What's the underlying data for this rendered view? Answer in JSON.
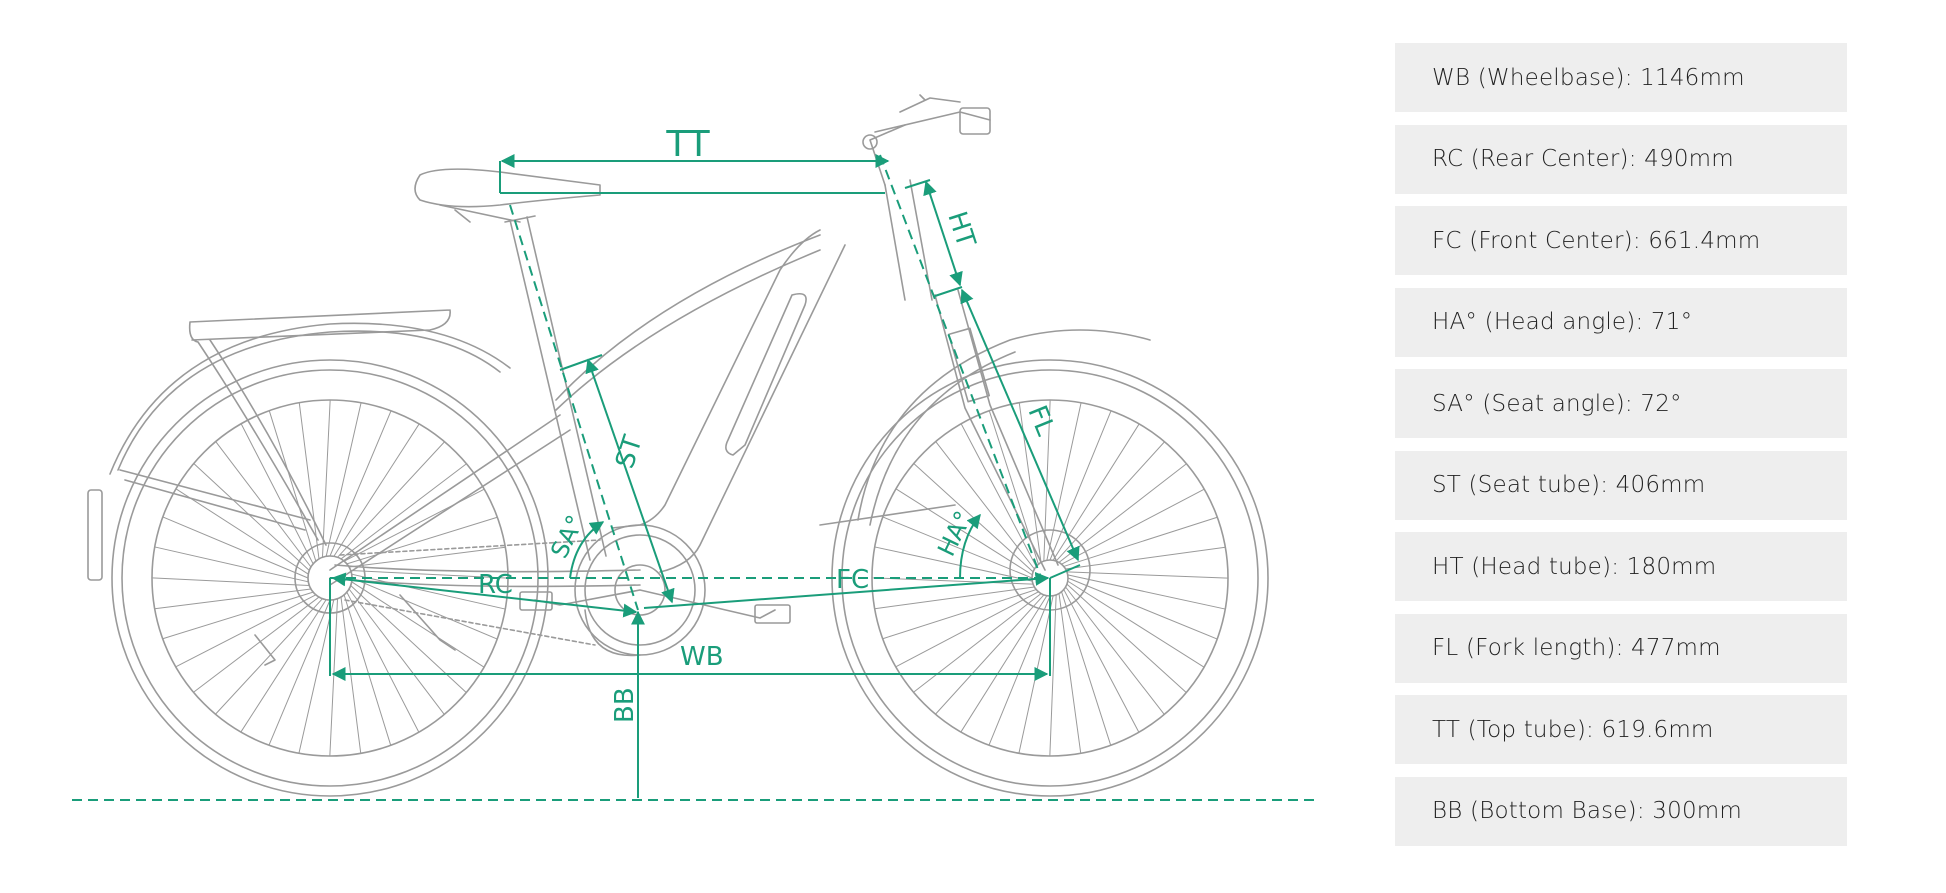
{
  "colors": {
    "accent": "#1a9d7a",
    "sketch": "#9a9a9a",
    "spec_bg": "#eeeeee",
    "spec_text": "#222222"
  },
  "diagram": {
    "labels": {
      "tt": "TT",
      "ht": "HT",
      "fl": "FL",
      "st": "ST",
      "sa": "SA°",
      "ha": "HA°",
      "rc": "RC",
      "fc": "FC",
      "wb": "WB",
      "bb": "BB"
    }
  },
  "specs": [
    {
      "text": "WB (Wheelbase): 1146mm"
    },
    {
      "text": "RC (Rear Center): 490mm"
    },
    {
      "text": "FC (Front Center): 661.4mm"
    },
    {
      "text": "HA° (Head angle): 71°"
    },
    {
      "text": "SA° (Seat angle): 72°"
    },
    {
      "text": "ST (Seat tube): 406mm"
    },
    {
      "text": "HT (Head tube): 180mm"
    },
    {
      "text": "FL (Fork length): 477mm"
    },
    {
      "text": "TT (Top tube): 619.6mm"
    },
    {
      "text": "BB (Bottom Base): 300mm"
    }
  ]
}
